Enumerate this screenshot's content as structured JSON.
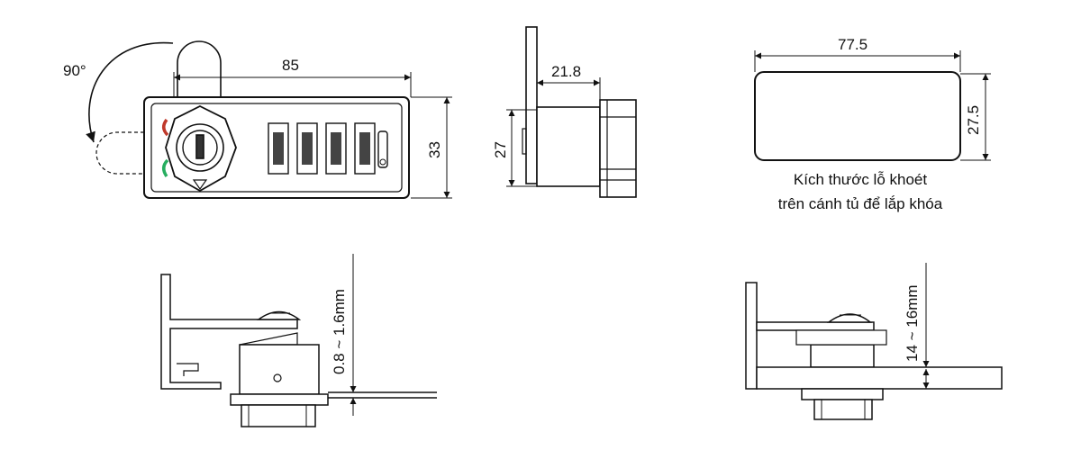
{
  "front_view": {
    "rotation_label": "90°",
    "width_label": "85",
    "height_label": "33",
    "wheel_count": 4,
    "indicator_colors": {
      "locked": "#c0392b",
      "unlocked": "#27ae60"
    }
  },
  "side_view": {
    "depth_label": "21.8",
    "height_label": "27"
  },
  "cutout": {
    "width_label": "77.5",
    "height_label": "27.5",
    "caption_line1": "Kích thước lỗ khoét",
    "caption_line2": "trên cánh tủ để lắp khóa"
  },
  "install_thin": {
    "thickness_label": "0.8 ~ 1.6mm"
  },
  "install_thick": {
    "thickness_label": "14 ~ 16mm"
  }
}
